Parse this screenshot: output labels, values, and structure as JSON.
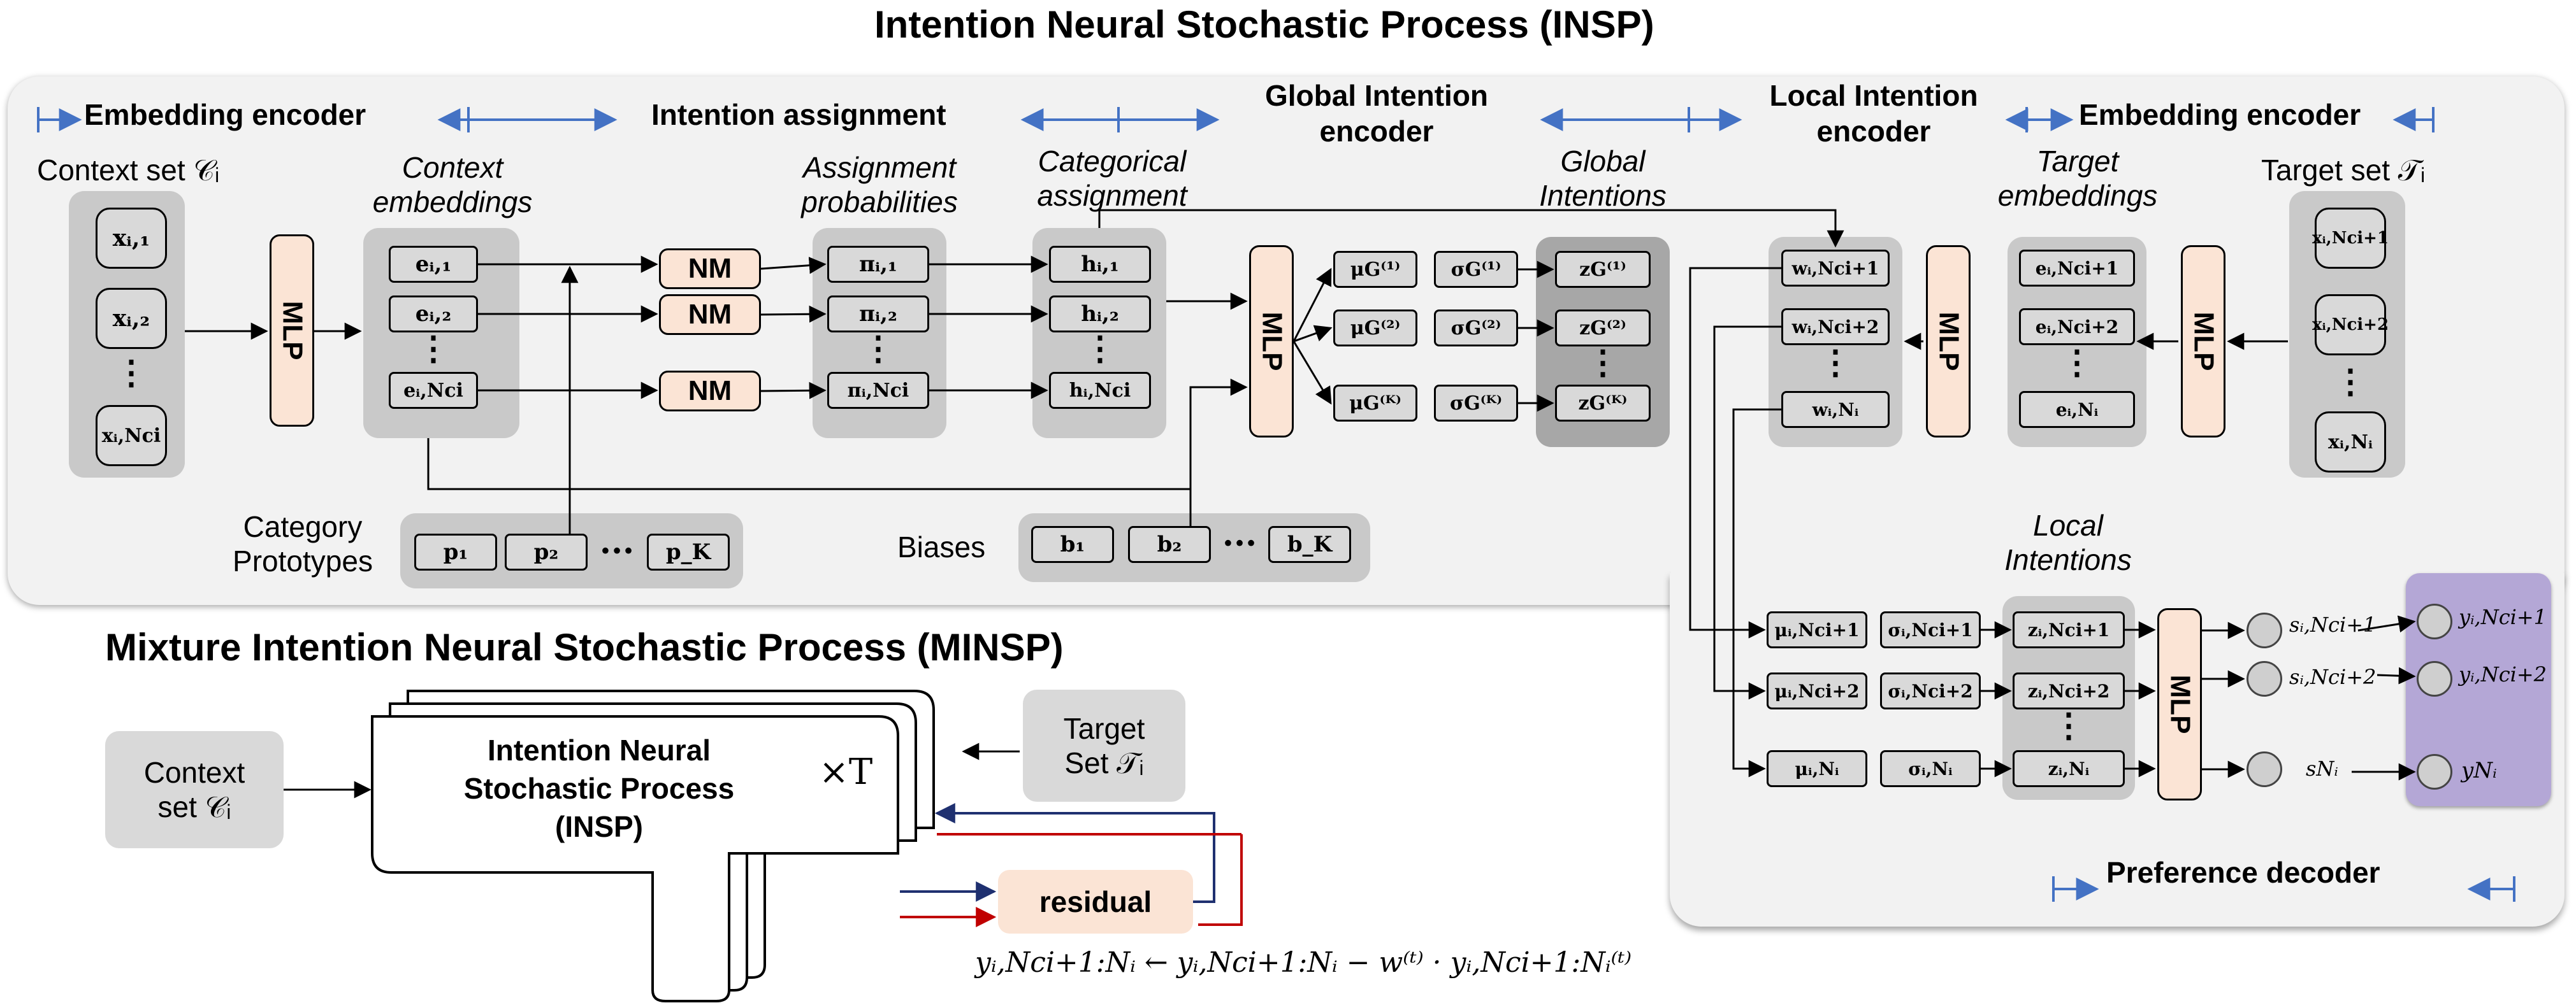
{
  "title_insp": "Intention Neural Stochastic Process (INSP)",
  "title_minsp": "Mixture Intention Neural Stochastic Process (MINSP)",
  "sections": {
    "embedding_encoder_left": "Embedding encoder",
    "intention_assignment": "Intention assignment",
    "global_intention_encoder": "Global Intention encoder",
    "local_intention_encoder": "Local Intention encoder",
    "embedding_encoder_right": "Embedding encoder",
    "preference_decoder": "Preference decoder"
  },
  "labels": {
    "context_set": "Context set 𝒞ᵢ",
    "context_embeddings": "Context embeddings",
    "assignment_probabilities": "Assignment probabilities",
    "categorical_assignment": "Categorical assignment",
    "global_intentions": "Global Intentions",
    "target_embeddings": "Target embeddings",
    "target_set": "Target set 𝒯ᵢ",
    "category_prototypes": "Category Prototypes",
    "biases": "Biases",
    "local_intentions": "Local Intentions",
    "mlp": "MLP",
    "nm": "NM"
  },
  "context_items": [
    "xᵢ,₁",
    "xᵢ,₂",
    "xᵢ,Nci"
  ],
  "context_embeddings": [
    "eᵢ,₁",
    "eᵢ,₂",
    "eᵢ,Nci"
  ],
  "assign_probs": [
    "πᵢ,₁",
    "πᵢ,₂",
    "πᵢ,Nci"
  ],
  "cat_assign": [
    "hᵢ,₁",
    "hᵢ,₂",
    "hᵢ,Nci"
  ],
  "global_mu": [
    "μG⁽¹⁾",
    "μG⁽²⁾",
    "μG⁽ᴷ⁾"
  ],
  "global_sigma": [
    "σG⁽¹⁾",
    "σG⁽²⁾",
    "σG⁽ᴷ⁾"
  ],
  "global_z": [
    "zG⁽¹⁾",
    "zG⁽²⁾",
    "zG⁽ᴷ⁾"
  ],
  "local_w": [
    "wᵢ,Nci+1",
    "wᵢ,Nci+2",
    "wᵢ,Nᵢ"
  ],
  "target_emb": [
    "eᵢ,Nci+1",
    "eᵢ,Nci+2",
    "eᵢ,Nᵢ"
  ],
  "target_items": [
    "xᵢ,Nci+1",
    "xᵢ,Nci+2",
    "xᵢ,Nᵢ"
  ],
  "prototypes": [
    "p₁",
    "p₂",
    "p_K"
  ],
  "biases": [
    "b₁",
    "b₂",
    "b_K"
  ],
  "local_mu": [
    "μᵢ,Nci+1",
    "μᵢ,Nci+2",
    "μᵢ,Nᵢ"
  ],
  "local_sigma": [
    "σᵢ,Nci+1",
    "σᵢ,Nci+2",
    "σᵢ,Nᵢ"
  ],
  "local_z": [
    "zᵢ,Nci+1",
    "zᵢ,Nci+2",
    "zᵢ,Nᵢ"
  ],
  "scores": [
    "sᵢ,Nci+1",
    "sᵢ,Nci+2",
    "sNᵢ"
  ],
  "outputs": [
    "yᵢ,Nci+1",
    "yᵢ,Nci+2",
    "yNᵢ"
  ],
  "minsp": {
    "context": "Context set 𝒞ᵢ",
    "insp_block": "Intention Neural Stochastic Process (INSP)",
    "times": "×T",
    "target": "Target Set 𝒯ᵢ",
    "residual": "residual",
    "formula": "yᵢ,Nci+1:Nᵢ ← yᵢ,Nci+1:Nᵢ − w⁽ᵗ⁾ · yᵢ,Nci+1:Nᵢ⁽ᵗ⁾"
  },
  "colors": {
    "panel": "#f2f2f2",
    "group": "#c9c9c9",
    "mlp": "#fbe4d5",
    "output": "#b4a7d6",
    "arrow_blue": "#4472c4",
    "wire_navy": "#1f3070",
    "wire_red": "#c00000"
  }
}
